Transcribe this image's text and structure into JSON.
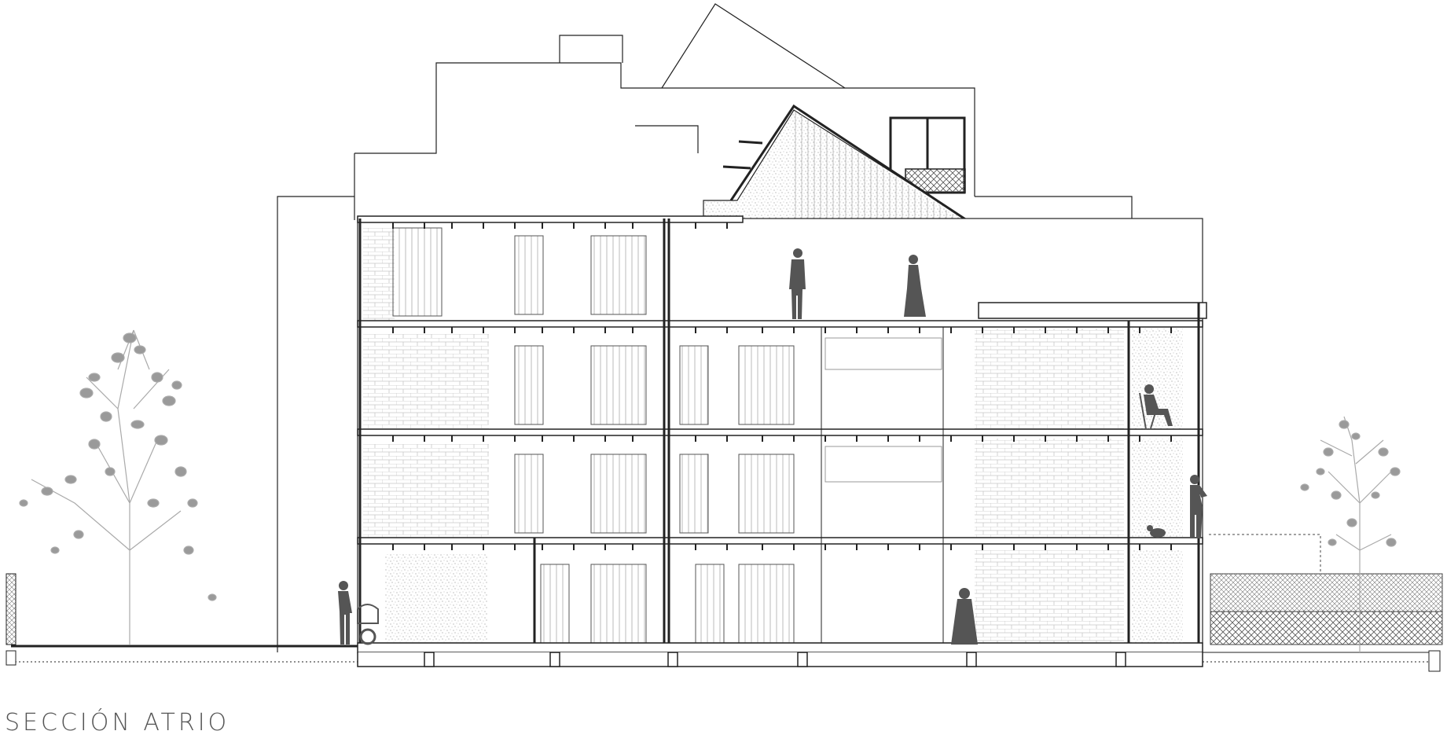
{
  "drawing": {
    "title": "SECCIÓN ATRIO",
    "kind": "architectural section",
    "levels": 4,
    "figures": [
      "person-standing",
      "person-walking",
      "person-with-stroller",
      "person-in-coat",
      "person-seated",
      "person-on-balcony",
      "cat"
    ],
    "trees": [
      "tree-left",
      "tree-right"
    ],
    "colors": {
      "line": "#222222",
      "figure": "#555555",
      "foliage": "#9a9a9a",
      "hatch": "#c8c8c8",
      "title": "#555555"
    }
  }
}
